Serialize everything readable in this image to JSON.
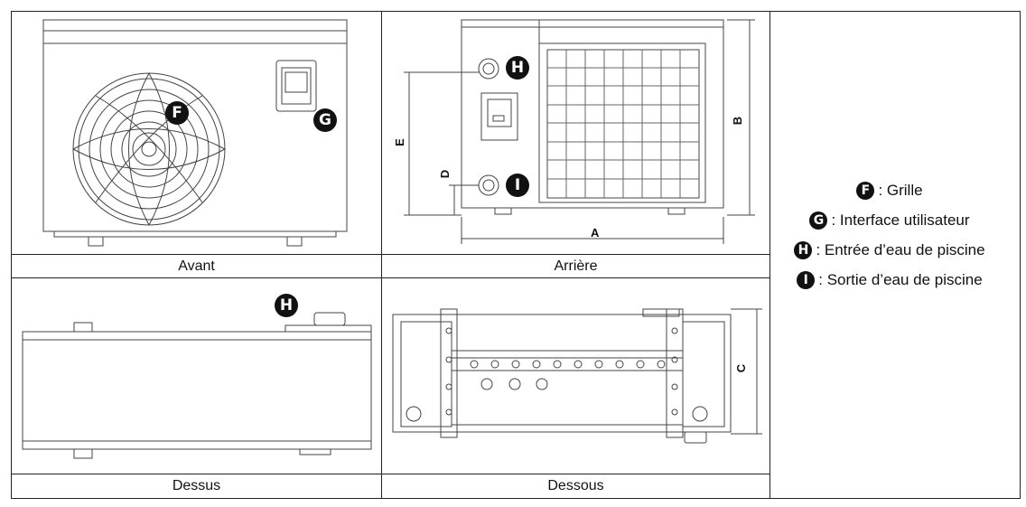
{
  "captions": {
    "front": "Avant",
    "back": "Arrière",
    "top": "Dessus",
    "bottom": "Dessous"
  },
  "markers": {
    "F": "F",
    "G": "G",
    "H": "H",
    "I": "I"
  },
  "dimensions": {
    "A": "A",
    "B": "B",
    "C": "C",
    "D": "D",
    "E": "E"
  },
  "legend": [
    {
      "marker": "F",
      "text": ": Grille"
    },
    {
      "marker": "G",
      "text": ": Interface utilisateur"
    },
    {
      "marker": "H",
      "text": ": Entrée d’eau de piscine"
    },
    {
      "marker": "I",
      "text": ": Sortie d’eau de piscine"
    }
  ],
  "colors": {
    "line": "#222222",
    "marker_bg": "#111111"
  }
}
